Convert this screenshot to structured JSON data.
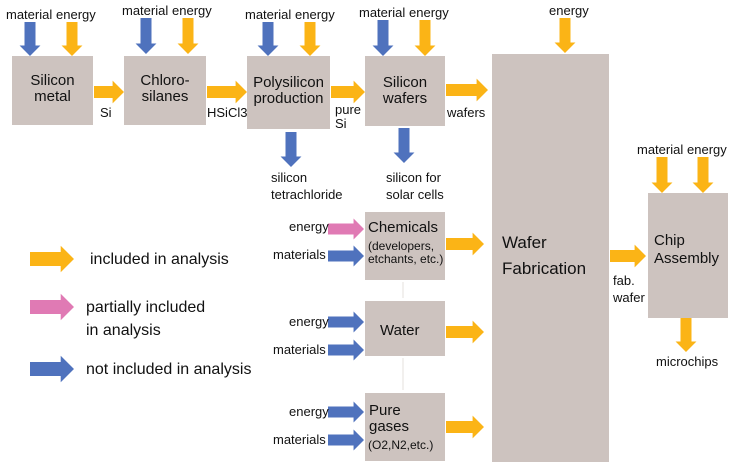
{
  "colors": {
    "box": "#cdc3bf",
    "included": "#fbb416",
    "partial": "#e07ab4",
    "not_included": "#4f72bd"
  },
  "process_boxes": {
    "silicon_metal": [
      "Silicon",
      "metal"
    ],
    "chlorosilanes": [
      "Chloro-",
      "silanes"
    ],
    "polysilicon": [
      "Polysilicon",
      "production"
    ],
    "silicon_wafers": [
      "Silicon",
      "wafers"
    ],
    "chemicals": {
      "title": "Chemicals",
      "detail": [
        "(developers,",
        "etchants, etc.)"
      ]
    },
    "water": "Water",
    "pure_gases": {
      "title": [
        "Pure",
        "gases"
      ],
      "detail": "(O2,N2,etc.)"
    },
    "wafer_fabrication": [
      "Wafer",
      "Fabrication"
    ],
    "chip_assembly": [
      "Chip",
      "Assembly"
    ]
  },
  "inputs": {
    "material": "material",
    "energy": "energy",
    "materials": "materials"
  },
  "flows": {
    "si": "Si",
    "hsicl3": "HSiCl3",
    "pure_si": [
      "pure",
      "Si"
    ],
    "wafers": "wafers",
    "fab_wafer": [
      "fab.",
      "wafer"
    ],
    "microchips": "microchips"
  },
  "outputs": {
    "silicon_tetrachloride": [
      "silicon",
      "tetrachloride"
    ],
    "silicon_solar": [
      "silicon for",
      "solar cells"
    ]
  },
  "legend": {
    "included": "included in analysis",
    "partial": [
      "partially included",
      "in analysis"
    ],
    "not_included": "not included in analysis"
  }
}
